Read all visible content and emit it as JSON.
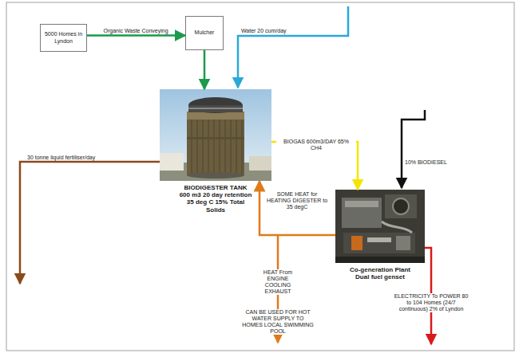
{
  "diagram": {
    "nodes": [
      {
        "text": [
          "5000 Homes in Lyndon"
        ]
      },
      {
        "text": [
          "Mulcher"
        ]
      },
      {
        "text": [
          "BIODIGESTER TANK",
          "600 m3 20 day retention 35 deg C 15% Total Solids"
        ]
      },
      {
        "text": [
          "Co-generation Plant",
          "Dual fuel genset"
        ]
      }
    ],
    "edges": [
      {
        "from": 0,
        "to": 1,
        "arrow": "to",
        "label": "Organic Waste Conveying"
      },
      {
        "from": 1,
        "to": 2,
        "arrow": "to"
      },
      {
        "from": 2,
        "to": 3,
        "arrow": "to",
        "label": "BIOGAS 600m3/DAY 65% CH4"
      },
      {
        "from": 3,
        "to": 2,
        "arrow": "to",
        "label": "SOME HEAT for HEATING DIGESTER to 35 degC"
      }
    ],
    "labels": [
      "Water 20 cum/day",
      "30 tonne liquid fertiliser/day",
      "10% BIODIESEL",
      "HEAT From ENGINE COOLING EXHAUST",
      "CAN BE USED FOR HOT WATER SUPPLY TO HOMES LOCAL SWIMMING POOL",
      "ELECTRICITY To POWER 80 to 104 Homes (24/7 continuous) 2% of Lyndon"
    ]
  }
}
